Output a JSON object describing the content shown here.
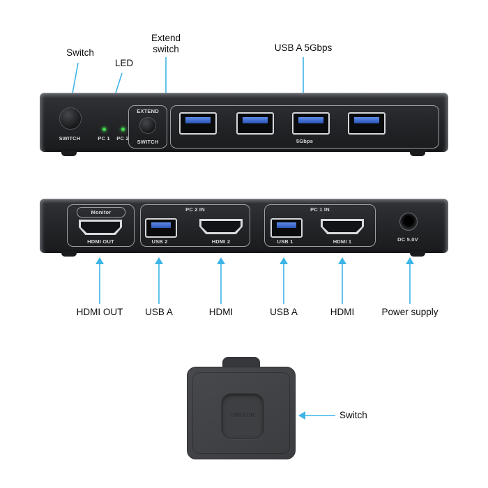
{
  "top_callouts": [
    "Switch",
    "LED",
    "Extend switch",
    "USB A 5Gbps"
  ],
  "bottom_callouts": [
    "HDMI OUT",
    "USB A",
    "HDMI",
    "USB A",
    "HDMI",
    "Power supply"
  ],
  "remote_callout": "Switch",
  "front_panel": {
    "switch_button_label": "SWITCH",
    "led1_label": "PC 1",
    "led2_label": "PC 2",
    "extend_label": "EXTEND",
    "extend_switch_label": "SWITCH",
    "usb_speed_label": "5Gbps"
  },
  "back_panel": {
    "monitor_label": "Monitor",
    "hdmi_out_label": "HDMI OUT",
    "pc2_group_label": "PC 2 IN",
    "usb2_label": "USB 2",
    "hdmi2_label": "HDMI 2",
    "pc1_group_label": "PC 1 IN",
    "usb1_label": "USB 1",
    "hdmi1_label": "HDMI 1",
    "dc_label": "DC 5.0V"
  },
  "remote_panel": {
    "button_label": "SWITCH"
  },
  "colors": {
    "callout_accent": "#3cb4e5",
    "usb_blue": "#2c55b6",
    "led_green": "#45d74f",
    "device_body": "#232427"
  }
}
